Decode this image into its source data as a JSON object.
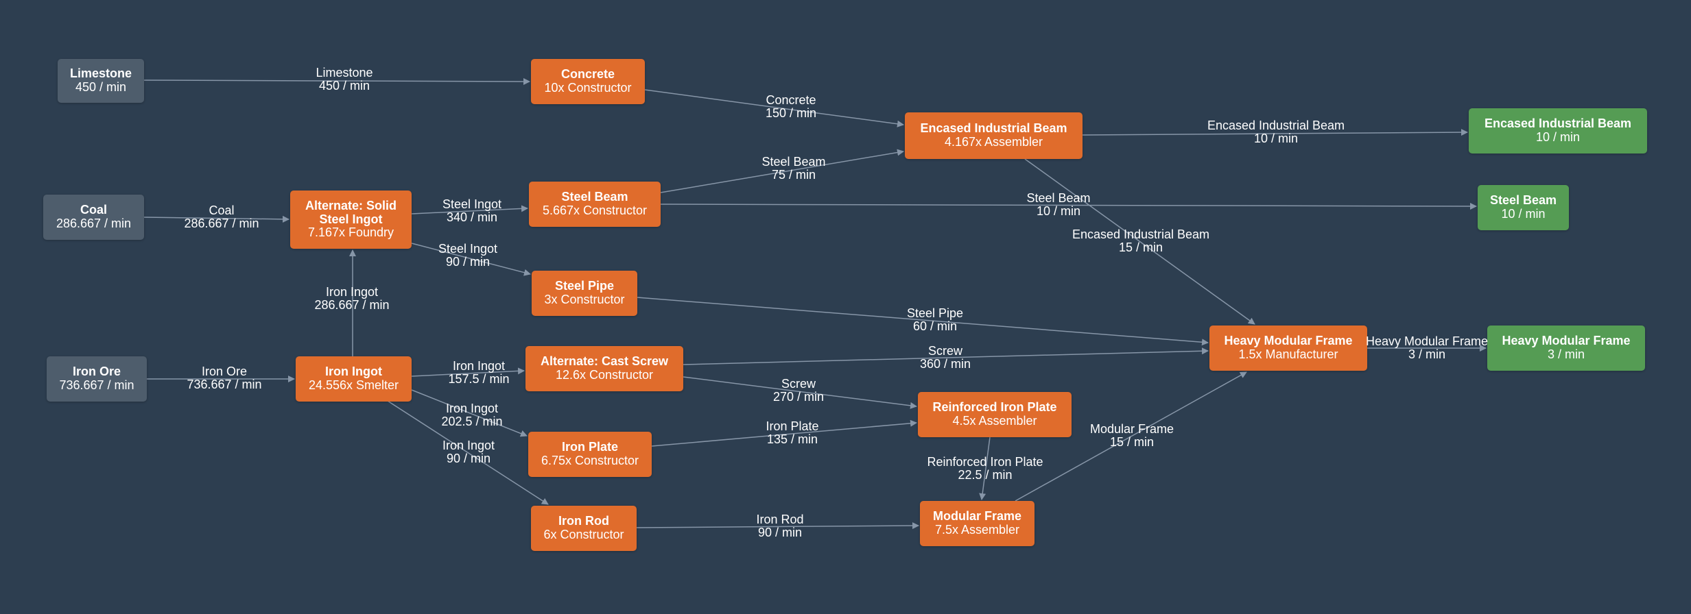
{
  "diagram": {
    "colors": {
      "background": "#2d3e50",
      "input_node": "#4e5d6c",
      "recipe_node": "#e06c2c",
      "output_node": "#559c54",
      "edge": "#8796a8"
    },
    "nodes": [
      {
        "id": "limestone_src",
        "kind": "input",
        "title": "Limestone",
        "sub": "450 / min"
      },
      {
        "id": "coal_src",
        "kind": "input",
        "title": "Coal",
        "sub": "286.667 / min"
      },
      {
        "id": "ironore_src",
        "kind": "input",
        "title": "Iron Ore",
        "sub": "736.667 / min"
      },
      {
        "id": "concrete",
        "kind": "recipe",
        "title": "Concrete",
        "sub": "10x Constructor"
      },
      {
        "id": "solid_steel",
        "kind": "recipe",
        "title": "Alternate: Solid\nSteel Ingot",
        "sub": "7.167x Foundry"
      },
      {
        "id": "steel_beam",
        "kind": "recipe",
        "title": "Steel Beam",
        "sub": "5.667x Constructor"
      },
      {
        "id": "steel_pipe",
        "kind": "recipe",
        "title": "Steel Pipe",
        "sub": "3x Constructor"
      },
      {
        "id": "iron_ingot",
        "kind": "recipe",
        "title": "Iron Ingot",
        "sub": "24.556x Smelter"
      },
      {
        "id": "cast_screw",
        "kind": "recipe",
        "title": "Alternate: Cast Screw",
        "sub": "12.6x Constructor"
      },
      {
        "id": "iron_plate",
        "kind": "recipe",
        "title": "Iron Plate",
        "sub": "6.75x Constructor"
      },
      {
        "id": "iron_rod",
        "kind": "recipe",
        "title": "Iron Rod",
        "sub": "6x Constructor"
      },
      {
        "id": "encased_beam",
        "kind": "recipe",
        "title": "Encased Industrial Beam",
        "sub": "4.167x Assembler"
      },
      {
        "id": "rip",
        "kind": "recipe",
        "title": "Reinforced Iron Plate",
        "sub": "4.5x Assembler"
      },
      {
        "id": "modular_frame",
        "kind": "recipe",
        "title": "Modular Frame",
        "sub": "7.5x Assembler"
      },
      {
        "id": "hmf",
        "kind": "recipe",
        "title": "Heavy Modular Frame",
        "sub": "1.5x Manufacturer"
      },
      {
        "id": "out_eib",
        "kind": "output",
        "title": "Encased Industrial Beam",
        "sub": "10 / min"
      },
      {
        "id": "out_steel_beam",
        "kind": "output",
        "title": "Steel Beam",
        "sub": "10 / min"
      },
      {
        "id": "out_hmf",
        "kind": "output",
        "title": "Heavy Modular Frame",
        "sub": "3 / min"
      }
    ],
    "edges": [
      {
        "from": "limestone_src",
        "to": "concrete",
        "item": "Limestone",
        "rate": "450 / min"
      },
      {
        "from": "concrete",
        "to": "encased_beam",
        "item": "Concrete",
        "rate": "150 / min"
      },
      {
        "from": "encased_beam",
        "to": "out_eib",
        "item": "Encased Industrial Beam",
        "rate": "10 / min"
      },
      {
        "from": "coal_src",
        "to": "solid_steel",
        "item": "Coal",
        "rate": "286.667 / min"
      },
      {
        "from": "solid_steel",
        "to": "steel_beam",
        "item": "Steel Ingot",
        "rate": "340 / min"
      },
      {
        "from": "steel_beam",
        "to": "encased_beam",
        "item": "Steel Beam",
        "rate": "75 / min"
      },
      {
        "from": "steel_beam",
        "to": "out_steel_beam",
        "item": "Steel Beam",
        "rate": "10 / min"
      },
      {
        "from": "solid_steel",
        "to": "steel_pipe",
        "item": "Steel Ingot",
        "rate": "90 / min"
      },
      {
        "from": "encased_beam",
        "to": "hmf",
        "item": "Encased Industrial Beam",
        "rate": "15 / min"
      },
      {
        "from": "iron_ingot",
        "to": "solid_steel",
        "item": "Iron Ingot",
        "rate": "286.667 / min"
      },
      {
        "from": "steel_pipe",
        "to": "hmf",
        "item": "Steel Pipe",
        "rate": "60 / min"
      },
      {
        "from": "ironore_src",
        "to": "iron_ingot",
        "item": "Iron Ore",
        "rate": "736.667 / min"
      },
      {
        "from": "iron_ingot",
        "to": "cast_screw",
        "item": "Iron Ingot",
        "rate": "157.5 / min"
      },
      {
        "from": "cast_screw",
        "to": "hmf",
        "item": "Screw",
        "rate": "360 / min"
      },
      {
        "from": "hmf",
        "to": "out_hmf",
        "item": "Heavy Modular Frame",
        "rate": "3 / min"
      },
      {
        "from": "cast_screw",
        "to": "rip",
        "item": "Screw",
        "rate": "270 / min"
      },
      {
        "from": "iron_ingot",
        "to": "iron_plate",
        "item": "Iron Ingot",
        "rate": "202.5 / min"
      },
      {
        "from": "iron_plate",
        "to": "rip",
        "item": "Iron Plate",
        "rate": "135 / min"
      },
      {
        "from": "iron_ingot",
        "to": "iron_rod",
        "item": "Iron Ingot",
        "rate": "90 / min"
      },
      {
        "from": "rip",
        "to": "modular_frame",
        "item": "Reinforced Iron Plate",
        "rate": "22.5 / min"
      },
      {
        "from": "modular_frame",
        "to": "hmf",
        "item": "Modular Frame",
        "rate": "15 / min"
      },
      {
        "from": "iron_rod",
        "to": "modular_frame",
        "item": "Iron Rod",
        "rate": "90 / min"
      }
    ]
  }
}
